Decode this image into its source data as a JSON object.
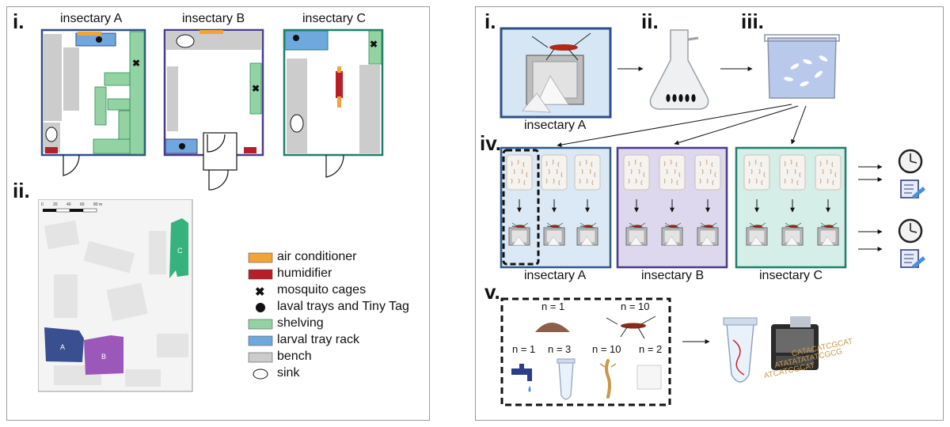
{
  "left": {
    "section_i": "i.",
    "section_ii": "ii.",
    "insectaries": [
      "insectary A",
      "insectary B",
      "insectary C"
    ],
    "scale_ticks": [
      "0",
      "20",
      "40",
      "60",
      "80 m"
    ],
    "map_labels": [
      "A",
      "B",
      "C"
    ],
    "legend": [
      {
        "key": "air_conditioner",
        "label": "air conditioner",
        "color": "#f2a33a"
      },
      {
        "key": "humidifier",
        "label": "humidifier",
        "color": "#b81e2a"
      },
      {
        "key": "mosquito_cages",
        "label": "mosquito cages",
        "color": "#111111"
      },
      {
        "key": "larval_trays_tinytag",
        "label": "laval trays and Tiny Tag",
        "color": "#111111"
      },
      {
        "key": "shelving",
        "label": "shelving",
        "color": "#93d3a3"
      },
      {
        "key": "larval_tray_rack",
        "label": "larval tray rack",
        "color": "#6fa8dc"
      },
      {
        "key": "bench",
        "label": "bench",
        "color": "#cccccc"
      },
      {
        "key": "sink",
        "label": "sink",
        "color": "#ffffff"
      }
    ],
    "colors": {
      "insectary_A": "#2f4f8a",
      "insectary_B": "#4b3b8c",
      "insectary_C": "#1f7f6a",
      "map_A": "#3a4f8f",
      "map_B": "#9c58b8",
      "map_C": "#35b27e"
    }
  },
  "right": {
    "section_i": "i.",
    "section_ii": "ii.",
    "section_iii": "iii.",
    "section_iv": "iv.",
    "section_v": "v.",
    "step_i_label": "insectary A",
    "iv_labels": [
      "insectary A",
      "insectary B",
      "insectary C"
    ],
    "samples_top": [
      "n = 1",
      "n = 10"
    ],
    "samples_bottom": [
      "n = 1",
      "n = 3",
      "n = 10",
      "n = 2"
    ],
    "dna_text": [
      "CATACATCGCAT",
      "ATATATATATCGCG",
      "ATCATCGCAT"
    ],
    "colors": {
      "iv_A_bg": "#dbe9f6",
      "iv_B_bg": "#ddd8ee",
      "iv_C_bg": "#d5eee8"
    }
  }
}
